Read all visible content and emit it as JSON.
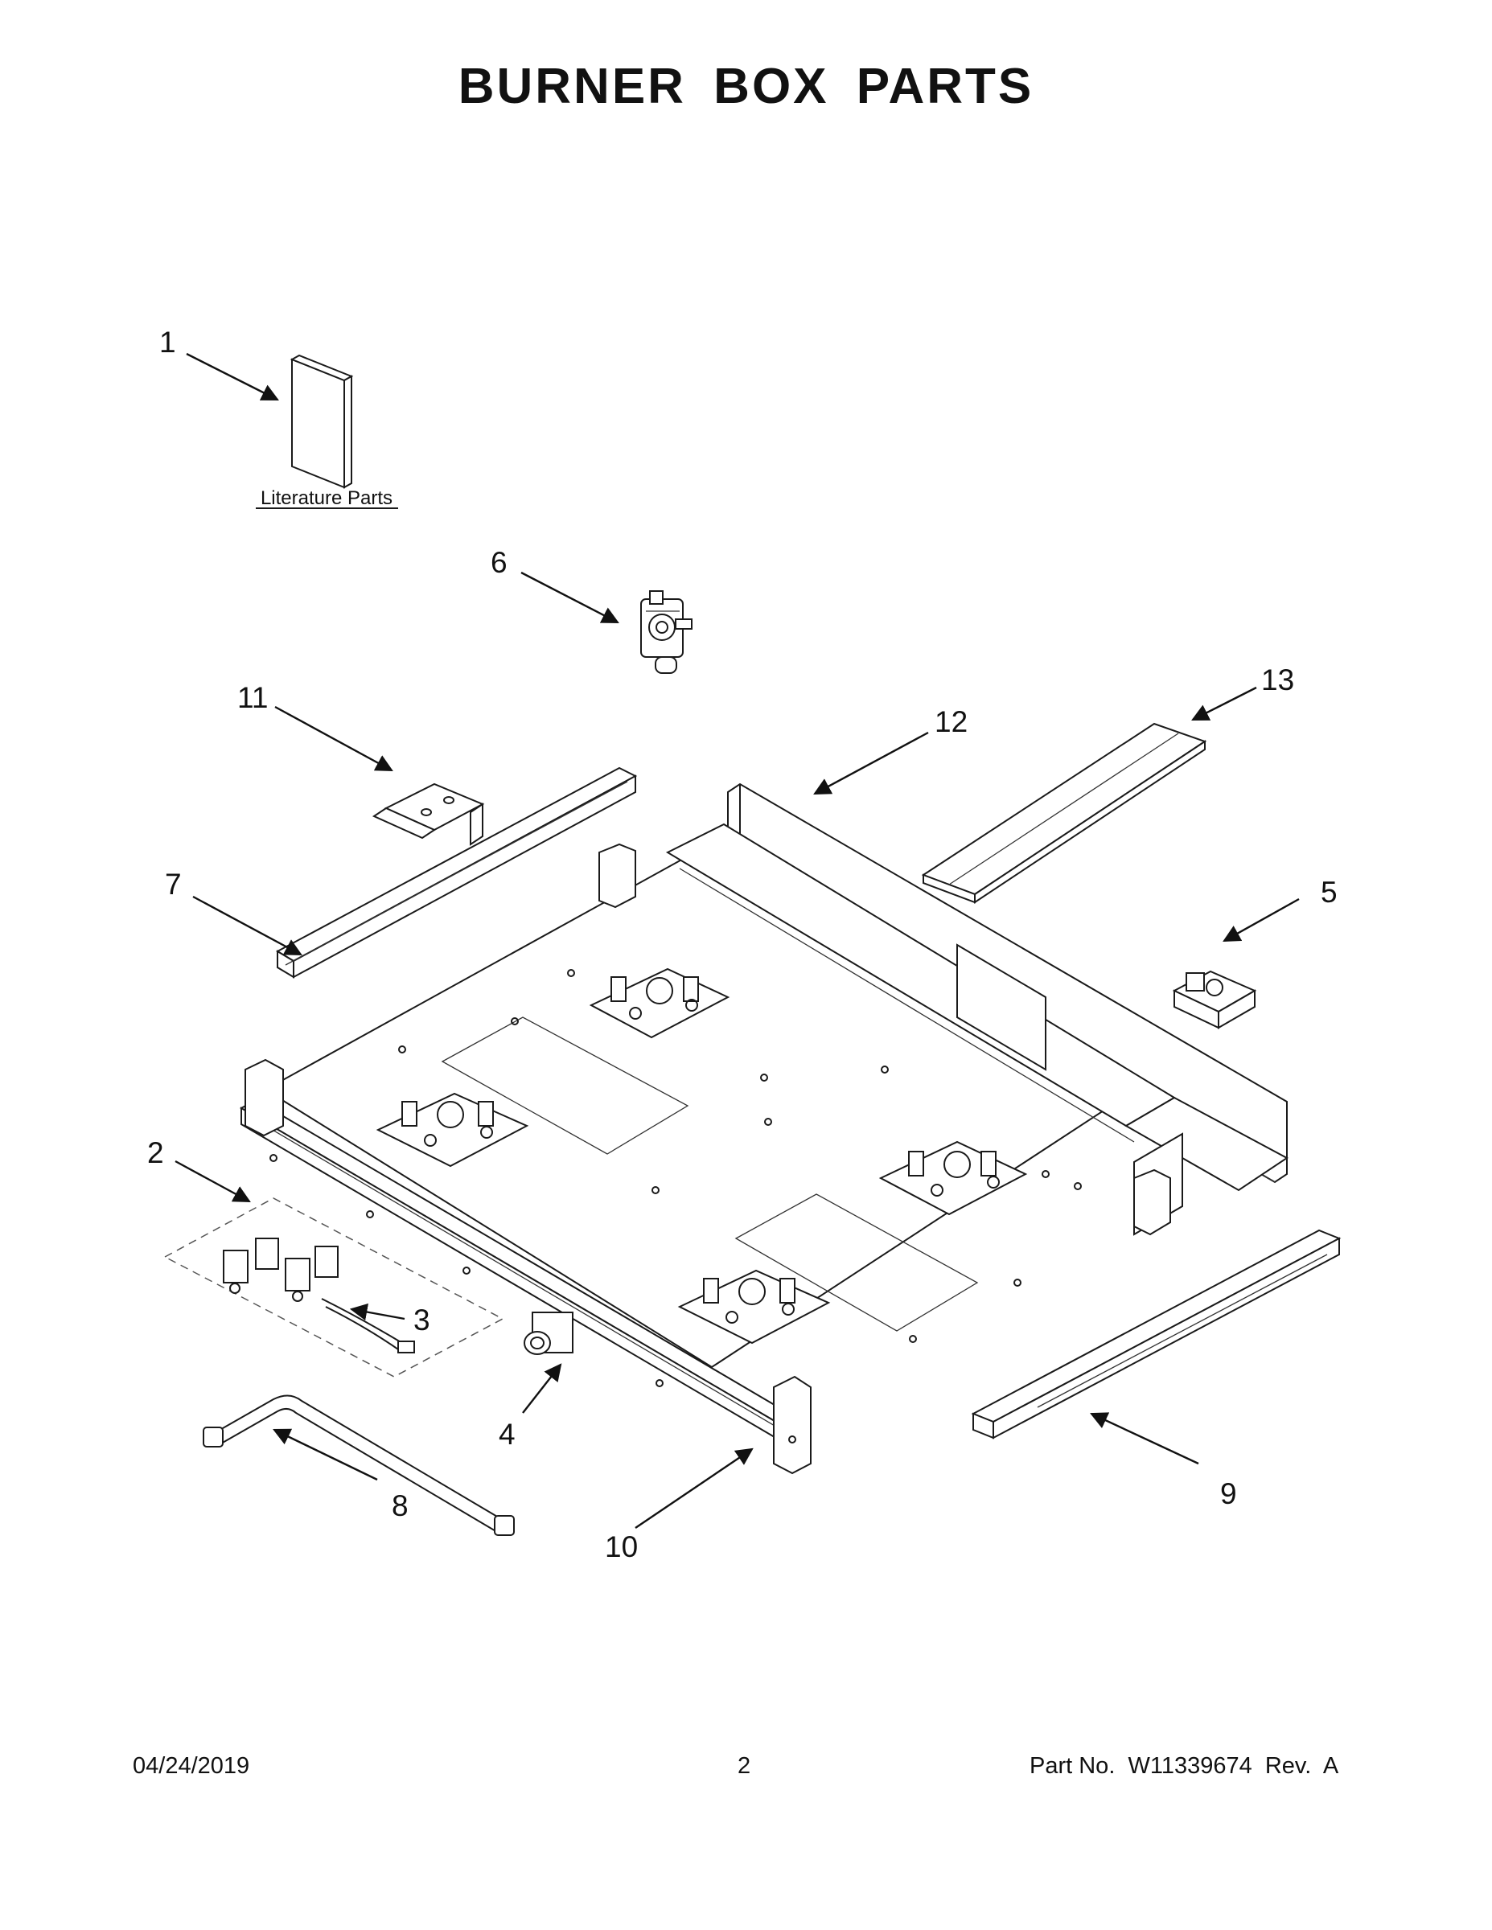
{
  "title": "BURNER BOX PARTS",
  "literature_label": "Literature Parts",
  "callouts": {
    "c1": "1",
    "c2": "2",
    "c3": "3",
    "c4": "4",
    "c5": "5",
    "c6": "6",
    "c7": "7",
    "c8": "8",
    "c9": "9",
    "c10": "10",
    "c11": "11",
    "c12": "12",
    "c13": "13"
  },
  "footer": {
    "date": "04/24/2019",
    "page": "2",
    "part": "Part No.  W11339674  Rev.  A"
  }
}
